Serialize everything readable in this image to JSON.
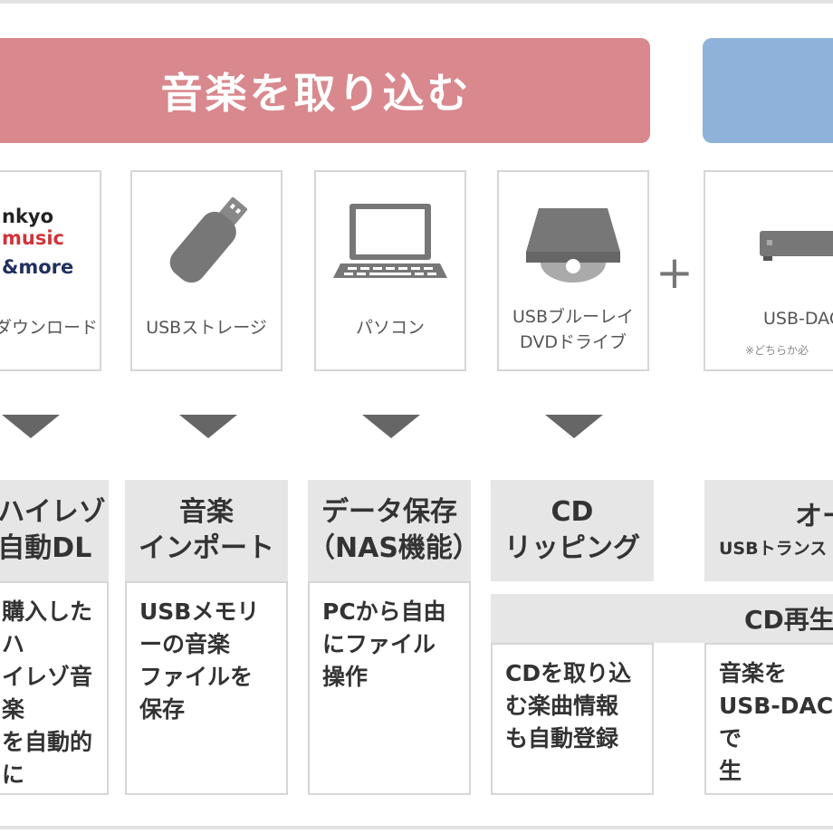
{
  "banners": {
    "left_title": "音楽を取り込む",
    "right_title": ""
  },
  "cards": [
    {
      "logo_line1_a": "nkyo",
      "logo_line1_b": "music",
      "logo_line2": "&more",
      "label": "ダウンロード"
    },
    {
      "label": "USBストレージ"
    },
    {
      "label": "パソコン"
    },
    {
      "label": "USBブルーレイ\nDVDドライブ"
    },
    {
      "label": "USB-DAC",
      "note": "※どちらか必"
    }
  ],
  "plus_sign": "+",
  "heads": [
    {
      "title": "ハイレゾ\n自動DL"
    },
    {
      "title": "音楽\nインポート"
    },
    {
      "title": "データ保存\n（NAS機能）"
    },
    {
      "title": "CD\nリッピング"
    },
    {
      "title": "オー",
      "sub": "USBトランス"
    }
  ],
  "descriptions": [
    "購入したハ\nイレゾ音楽\nを自動的に\nダウンロー\nド",
    "USBメモリ\nーの音楽\nファイルを\n保存",
    "PCから自由\nにファイル\n操作",
    "CDを取り込\nむ楽曲情報\nも自動登録",
    "音楽を\nUSB-DACで\n生"
  ],
  "cd_play_label": "CD再生",
  "colors": {
    "pink_banner": "#d9888d",
    "blue_banner": "#8fb2da",
    "head_bg": "#e6e6e6",
    "border": "#d6d6d6",
    "arrow": "#666666"
  },
  "icons": [
    "usb-stick-icon",
    "laptop-icon",
    "disc-drive-icon",
    "usb-dac-icon"
  ]
}
